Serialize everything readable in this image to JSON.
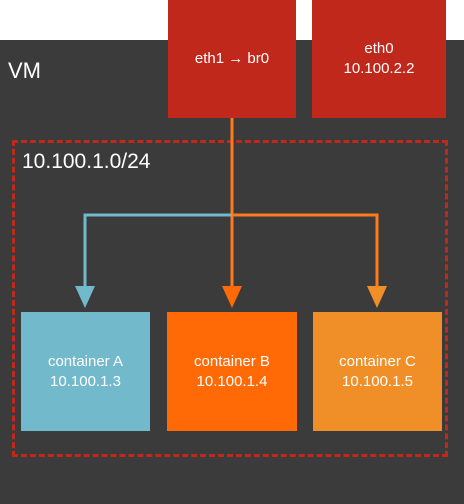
{
  "vm": {
    "label": "VM"
  },
  "nics": {
    "eth1": {
      "line1": "eth1 → br0"
    },
    "eth0": {
      "line1": "eth0",
      "line2": "10.100.2.2"
    }
  },
  "subnet": {
    "label": "10.100.1.0/24"
  },
  "containers": [
    {
      "name": "container A",
      "ip": "10.100.1.3",
      "color": "#72b9cb"
    },
    {
      "name": "container B",
      "ip": "10.100.1.4",
      "color": "#ff6a06"
    },
    {
      "name": "container C",
      "ip": "10.100.1.5",
      "color": "#f08f27"
    }
  ],
  "colors": {
    "nic": "#c0281c",
    "vm": "#3b3b3b",
    "border": "#c0281c"
  }
}
